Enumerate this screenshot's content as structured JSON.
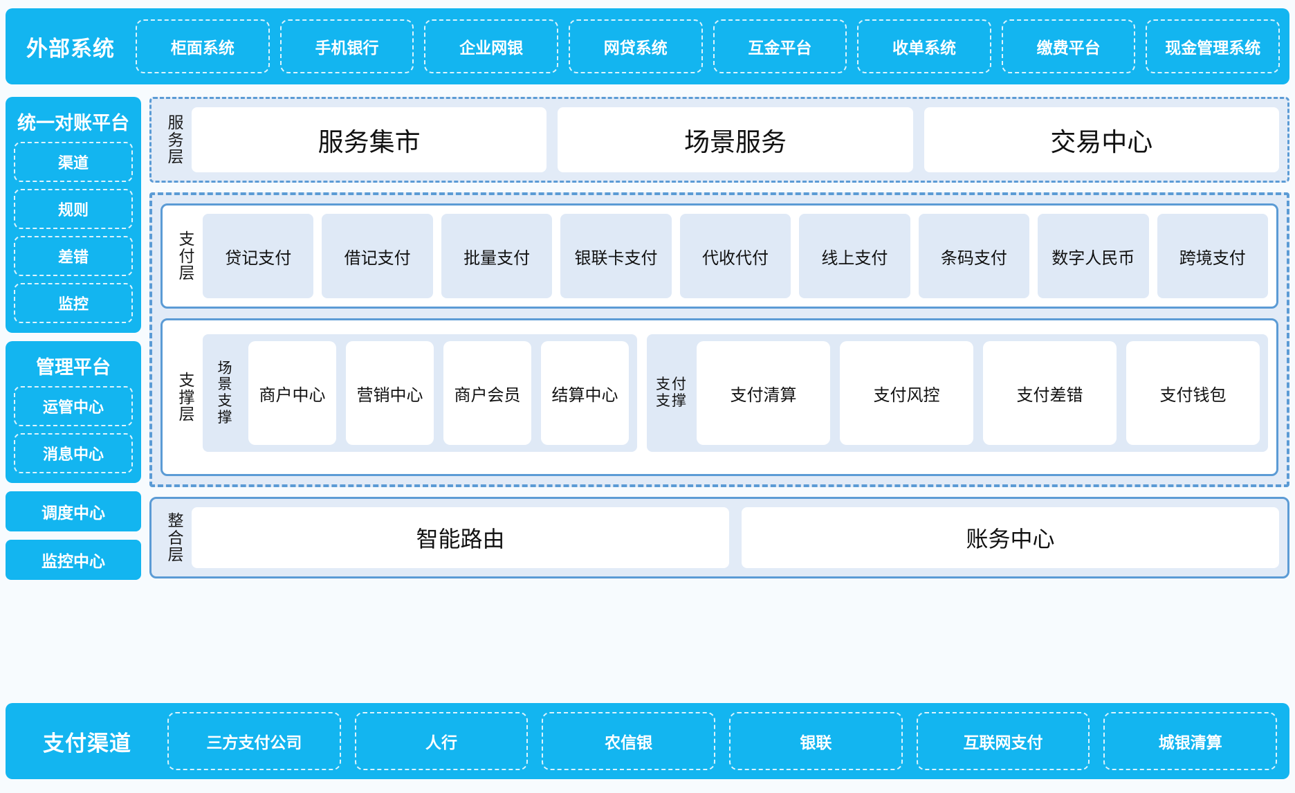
{
  "colors": {
    "cyan": "#13b5f0",
    "panel_fill": "#e2ebf7",
    "border_blue": "#5b9bd5",
    "cell_fill": "#dfe9f6",
    "page_bg": "#f7fbfe"
  },
  "external_systems": {
    "title": "外部系统",
    "items": [
      "柜面系统",
      "手机银行",
      "企业网银",
      "网贷系统",
      "互金平台",
      "收单系统",
      "缴费平台",
      "现金管理系统"
    ]
  },
  "left_column": {
    "reconciliation_platform": {
      "title": "统一对账平台",
      "items": [
        "渠道",
        "规则",
        "差错",
        "监控"
      ]
    },
    "management_platform": {
      "title": "管理平台",
      "items": [
        "运管中心",
        "消息中心"
      ]
    },
    "standalone": [
      "调度中心",
      "监控中心"
    ]
  },
  "service_layer": {
    "label": [
      "服",
      "务",
      "层"
    ],
    "items": [
      "服务集市",
      "场景服务",
      "交易中心"
    ]
  },
  "payment_layer": {
    "label": [
      "支",
      "付",
      "层"
    ],
    "items": [
      "贷记支付",
      "借记支付",
      "批量支付",
      "银联卡支付",
      "代收代付",
      "线上支付",
      "条码支付",
      "数字人民币",
      "跨境支付"
    ]
  },
  "support_layer": {
    "label": [
      "支",
      "撑",
      "层"
    ],
    "groups": [
      {
        "sublabel": [
          "场",
          "景",
          "支",
          "撑"
        ],
        "sublabel_layout": "column",
        "items": [
          "商户中心",
          "营销中心",
          "商户会员",
          "结算中心"
        ]
      },
      {
        "sublabel": [
          "支",
          "付",
          "支",
          "撑"
        ],
        "sublabel_layout": "grid2",
        "items": [
          "支付清算",
          "支付风控",
          "支付差错",
          "支付钱包"
        ]
      }
    ]
  },
  "integration_layer": {
    "label": [
      "整",
      "合",
      "层"
    ],
    "items": [
      "智能路由",
      "账务中心"
    ]
  },
  "payment_channels": {
    "title": "支付渠道",
    "items": [
      "三方支付公司",
      "人行",
      "农信银",
      "银联",
      "互联网支付",
      "城银清算"
    ]
  }
}
